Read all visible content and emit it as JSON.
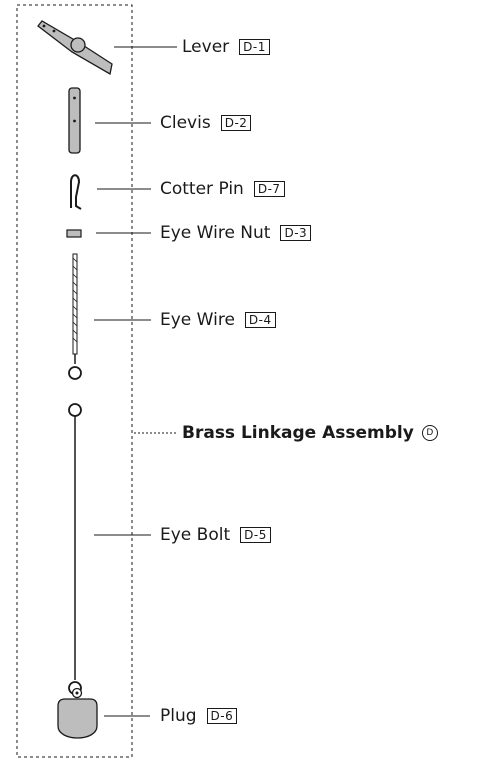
{
  "parts": [
    {
      "name": "Lever",
      "code": "D-1"
    },
    {
      "name": "Clevis",
      "code": "D-2"
    },
    {
      "name": "Cotter Pin",
      "code": "D-7"
    },
    {
      "name": "Eye Wire Nut",
      "code": "D-3"
    },
    {
      "name": "Eye Wire",
      "code": "D-4"
    },
    {
      "name": "Eye Bolt",
      "code": "D-5"
    },
    {
      "name": "Plug",
      "code": "D-6"
    }
  ],
  "assembly": {
    "name": "Brass Linkage Assembly",
    "code": "D"
  },
  "colors": {
    "line": "#1a1a1a",
    "fill": "#bdbdbd"
  }
}
